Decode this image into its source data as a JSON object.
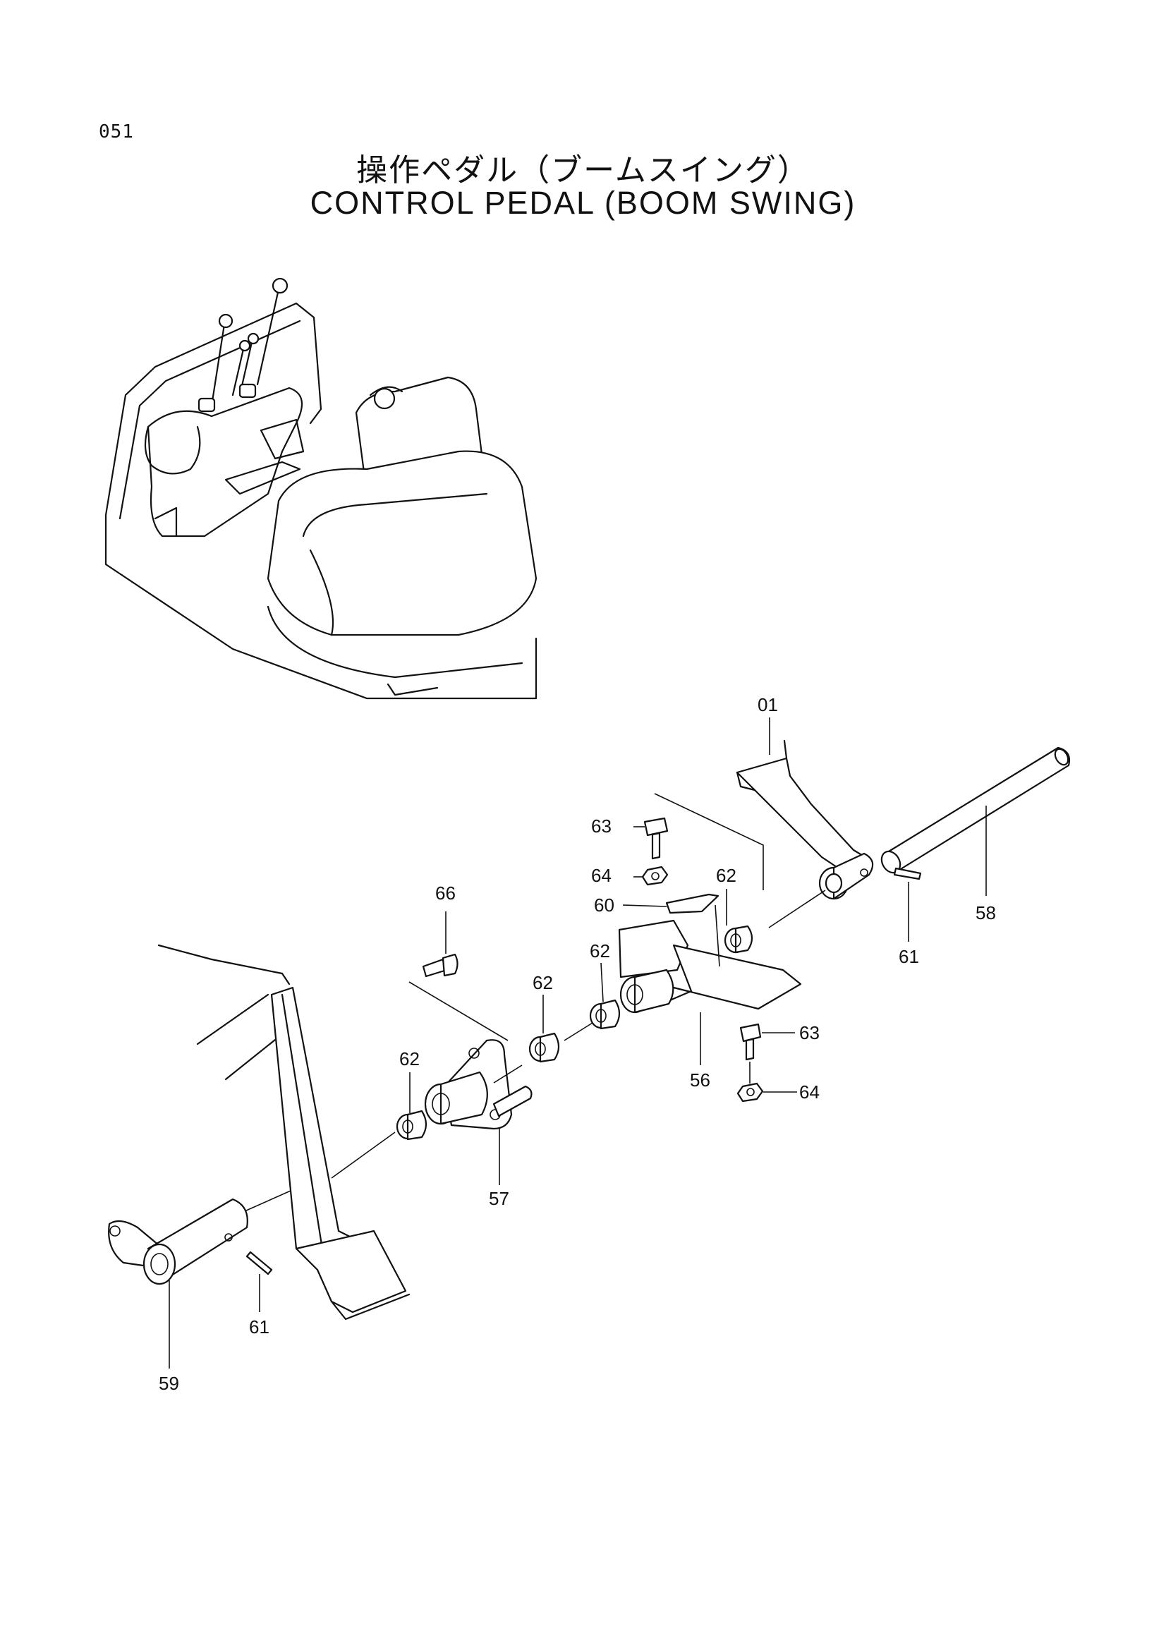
{
  "header": {
    "page_number": "051",
    "title_ja": "操作ペダル（ブームスイング）",
    "title_en": "CONTROL PEDAL (BOOM SWING)"
  },
  "callouts": {
    "c01": "01",
    "c58": "58",
    "c63a": "63",
    "c64a": "64",
    "c62a": "62",
    "c60": "60",
    "c61a": "61",
    "c66": "66",
    "c62b": "62",
    "c62c": "62",
    "c62d": "62",
    "c63b": "63",
    "c56": "56",
    "c64b": "64",
    "c57": "57",
    "c61b": "61",
    "c59": "59"
  }
}
